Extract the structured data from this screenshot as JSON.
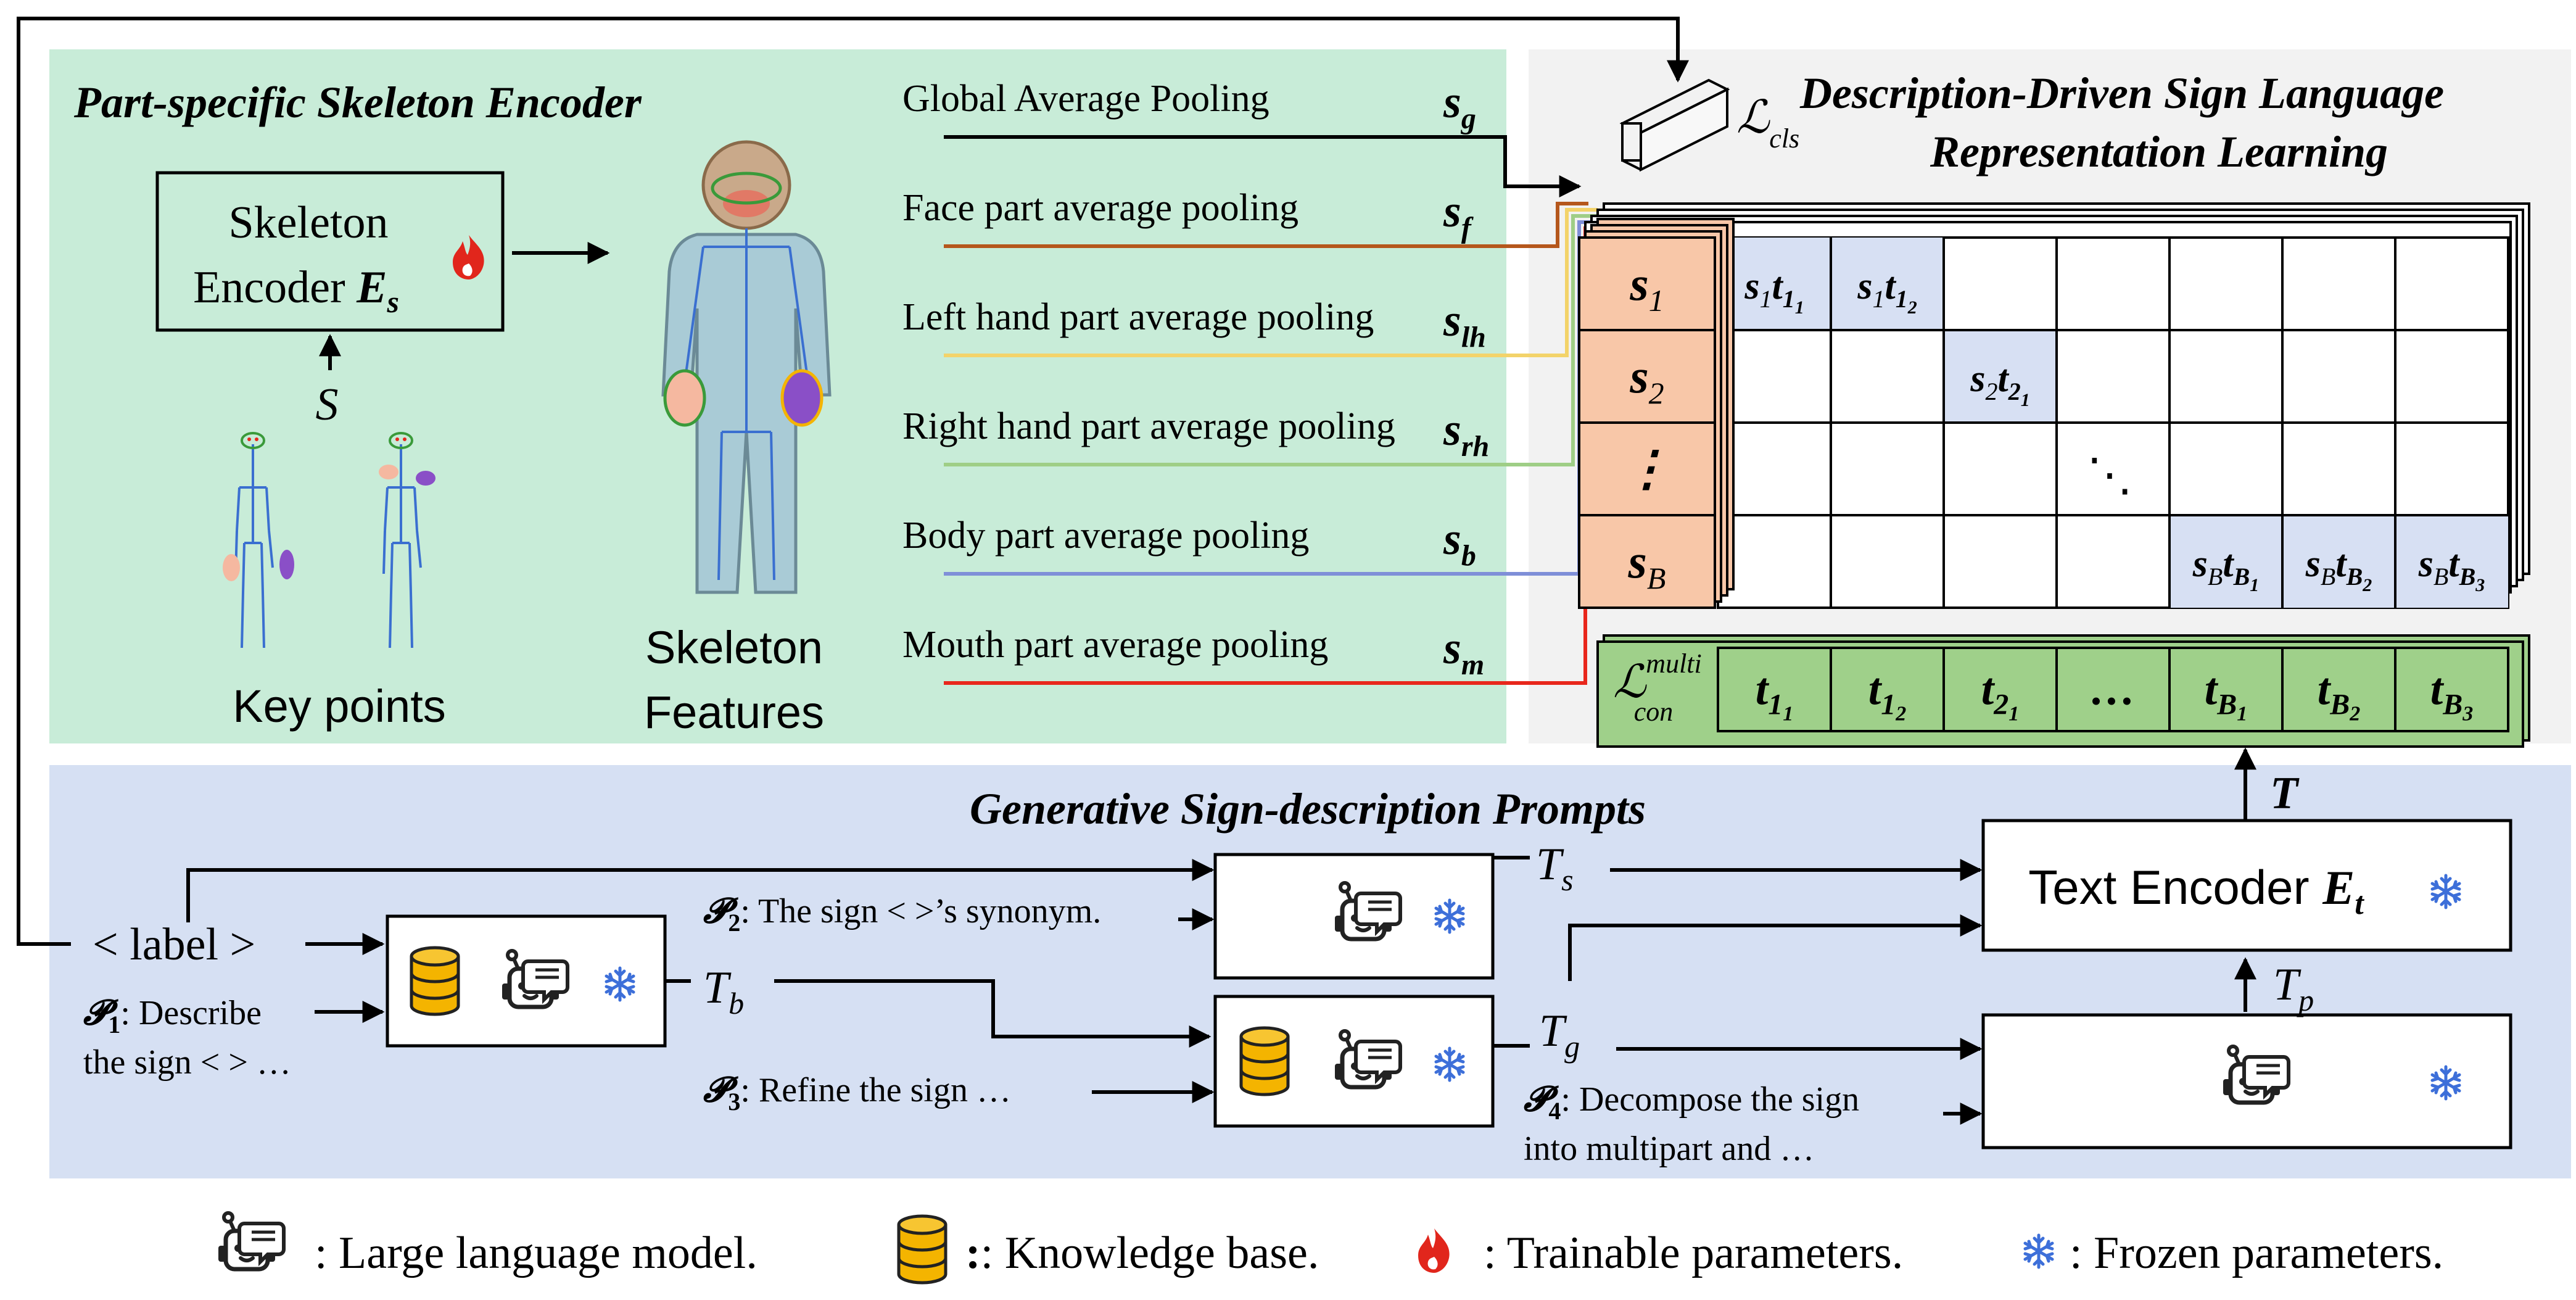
{
  "encoder": {
    "title": "Part-specific Skeleton Encoder",
    "box_line1": "Skeleton",
    "box_line2": "Encoder",
    "box_symbol": "E",
    "box_subscript": "s",
    "input_symbol": "S",
    "keypoints_label": "Key points",
    "features_line1": "Skeleton",
    "features_line2": "Features"
  },
  "poolings": [
    {
      "label": "Global Average Pooling",
      "sym": "s",
      "sub": "g",
      "color": "#000000"
    },
    {
      "label": "Face part average pooling",
      "sym": "s",
      "sub": "f",
      "color": "#b5571c"
    },
    {
      "label": "Left hand part average pooling",
      "sym": "s",
      "sub": "lh",
      "color": "#f3d36a"
    },
    {
      "label": "Right hand part average pooling",
      "sym": "s",
      "sub": "rh",
      "color": "#9fce86"
    },
    {
      "label": "Body part average pooling",
      "sym": "s",
      "sub": "b",
      "color": "#7f8fd8"
    },
    {
      "label": "Mouth part average pooling",
      "sym": "s",
      "sub": "m",
      "color": "#e8271c"
    }
  ],
  "representation": {
    "title_line1": "Description-Driven Sign Language",
    "title_line2": "Representation Learning",
    "cls_loss": "ℒ",
    "cls_sub": "cls",
    "con_loss": "ℒ",
    "con_sup": "multi",
    "con_sub": "con",
    "s_column": [
      {
        "sym": "s",
        "sub": "1"
      },
      {
        "sym": "s",
        "sub": "2"
      },
      {
        "sym": "⋮",
        "sub": ""
      },
      {
        "sym": "s",
        "sub": "B"
      }
    ],
    "t_row": [
      {
        "sym": "t",
        "sub": "1",
        "subsub": "1"
      },
      {
        "sym": "t",
        "sub": "1",
        "subsub": "2"
      },
      {
        "sym": "t",
        "sub": "2",
        "subsub": "1"
      },
      {
        "sym": "…",
        "sub": "",
        "subsub": ""
      },
      {
        "sym": "t",
        "sub": "B",
        "subsub": "1"
      },
      {
        "sym": "t",
        "sub": "B",
        "subsub": "2"
      },
      {
        "sym": "t",
        "sub": "B",
        "subsub": "3"
      }
    ],
    "matrix_cells": [
      {
        "row": 0,
        "col": 0,
        "s": "1",
        "t": "1",
        "tt": "1"
      },
      {
        "row": 0,
        "col": 1,
        "s": "1",
        "t": "1",
        "tt": "2"
      },
      {
        "row": 1,
        "col": 2,
        "s": "2",
        "t": "2",
        "tt": "1"
      },
      {
        "row": 3,
        "col": 4,
        "s": "B",
        "t": "B",
        "tt": "1"
      },
      {
        "row": 3,
        "col": 5,
        "s": "B",
        "t": "B",
        "tt": "2"
      },
      {
        "row": 3,
        "col": 6,
        "s": "B",
        "t": "B",
        "tt": "3"
      }
    ],
    "ellipsis": "⋱",
    "text_feature_symbol": "T"
  },
  "prompts": {
    "title": "Generative Sign-description Prompts",
    "label_token": "< label >",
    "p1_sym": "𝓟",
    "p1_sub": "1",
    "p1_text_line1": ": Describe",
    "p1_text_line2": "the sign < > …",
    "p2_sym": "𝓟",
    "p2_sub": "2",
    "p2_text": ": The sign < >’s synonym.",
    "p3_sym": "𝓟",
    "p3_sub": "3",
    "p3_text": ": Refine the sign …",
    "p4_sym": "𝓟",
    "p4_sub": "4",
    "p4_text_line1": ": Decompose the sign",
    "p4_text_line2": "into multipart and …",
    "tb": "T",
    "tb_sub": "b",
    "ts": "T",
    "ts_sub": "s",
    "tg": "T",
    "tg_sub": "g",
    "tp": "T",
    "tp_sub": "p",
    "text_encoder": "Text Encoder",
    "text_encoder_sym": "E",
    "text_encoder_sub": "t"
  },
  "legend": {
    "llm": ": Large language model.",
    "kb": ": Knowledge base.",
    "trainable": ": Trainable parameters.",
    "frozen": ": Frozen parameters."
  },
  "colors": {
    "encoder_bg": "#c8ecd8",
    "prompts_bg": "#d6e0f3",
    "repr_bg": "#f2f2f2",
    "s_cell": "#f8c7a8",
    "t_cell": "#9fd08a",
    "highlight": "#d7e0f3",
    "kb": "#f4b400",
    "flame": "#e1261c",
    "snow": "#3d6fd9"
  },
  "icons": [
    "robot-icon",
    "database-icon",
    "flame-icon",
    "snowflake-icon"
  ]
}
